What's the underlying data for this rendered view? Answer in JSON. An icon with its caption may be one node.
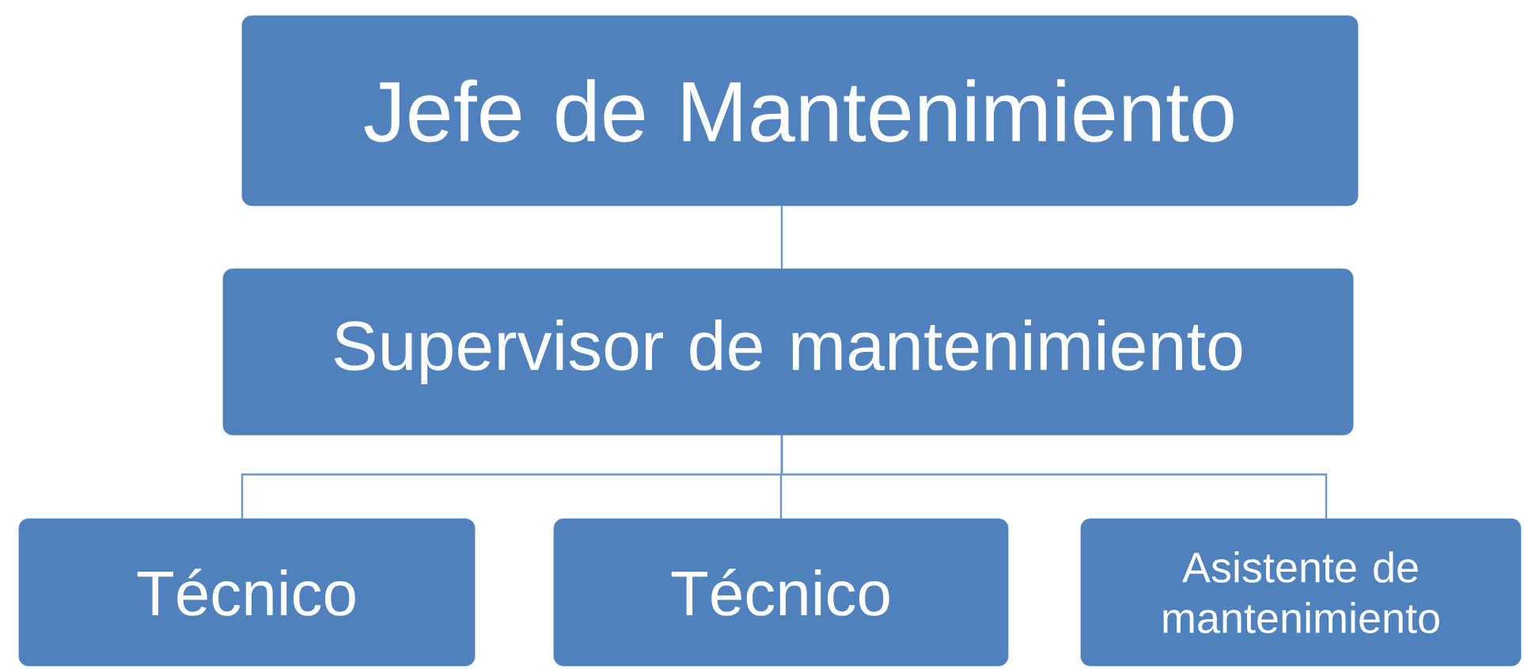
{
  "diagram": {
    "nodes": [
      {
        "text": [
          "Jefe de Mantenimiento"
        ]
      },
      {
        "text": [
          "Supervisor de mantenimiento"
        ]
      },
      {
        "text": [
          "Técnico"
        ]
      },
      {
        "text": [
          "Técnico"
        ]
      },
      {
        "text": [
          "Asistente de mantenimiento"
        ]
      }
    ],
    "edges": [
      {
        "from": 0,
        "to": 1,
        "arrow": "none"
      },
      {
        "from": 1,
        "to": 2,
        "arrow": "none"
      },
      {
        "from": 1,
        "to": 3,
        "arrow": "none"
      },
      {
        "from": 1,
        "to": 4,
        "arrow": "none"
      }
    ]
  }
}
